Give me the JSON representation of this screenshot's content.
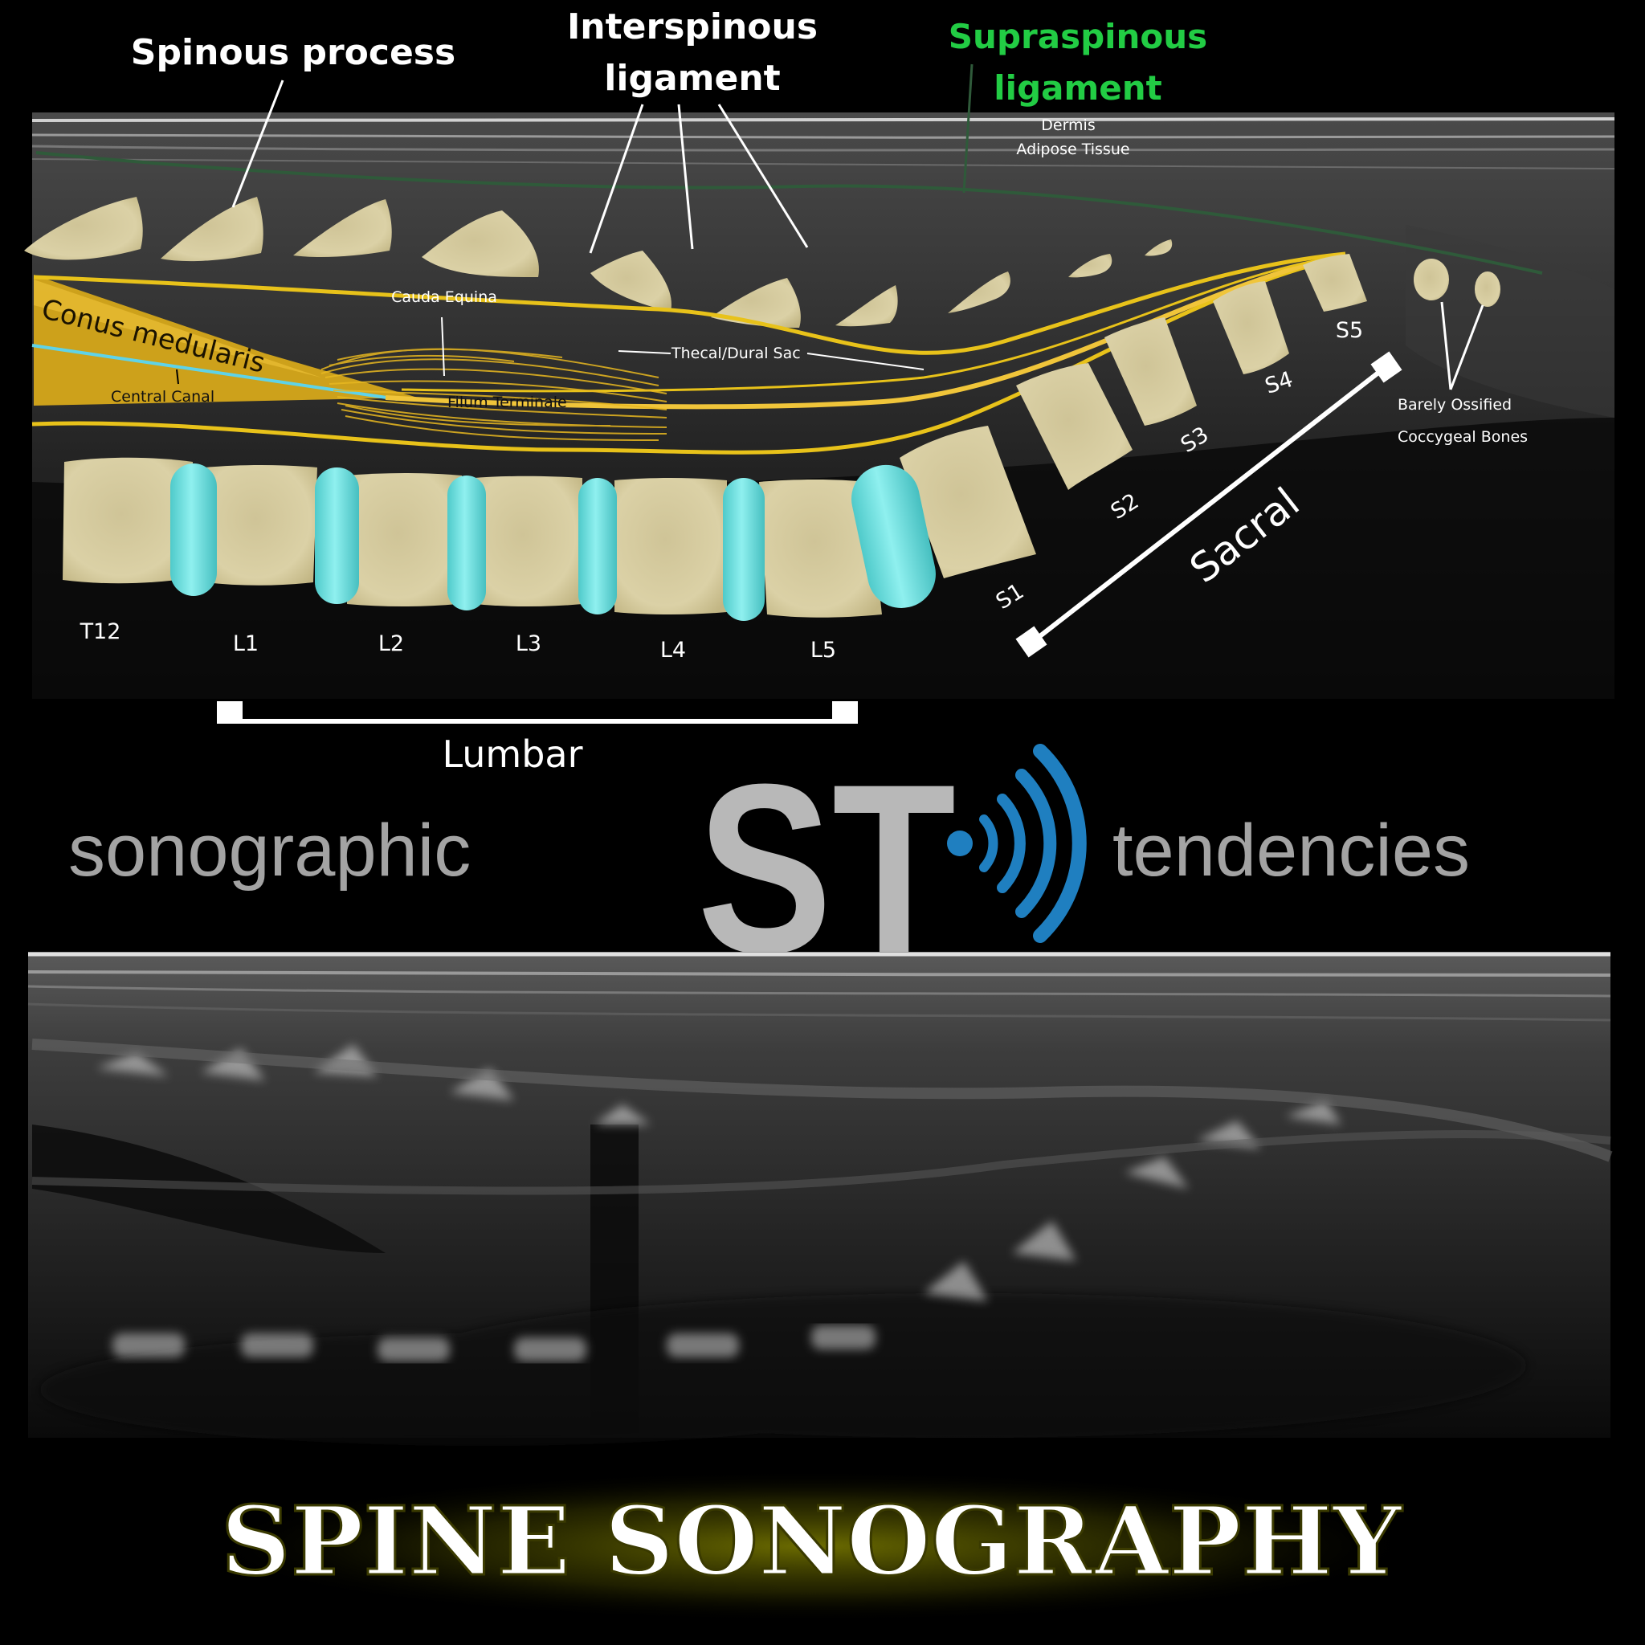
{
  "labels": {
    "spinous_process": "Spinous process",
    "interspinous_line1": "Interspinous",
    "interspinous_line2": "ligament",
    "supraspinous_line1": "Supraspinous",
    "supraspinous_line2": "ligament",
    "dermis": "Dermis",
    "adipose": "Adipose Tissue",
    "cauda_equina": "Cauda Equina",
    "conus_medularis": "Conus medularis",
    "central_canal": "Central Canal",
    "filum_terminale": "Filum Terminale",
    "thecal_dural_sac": "Thecal/Dural Sac",
    "barely_ossified_line1": "Barely Ossified",
    "barely_ossified_line2": "Coccygeal Bones",
    "lumbar": "Lumbar",
    "sacral": "Sacral"
  },
  "vertebrae": {
    "lumbar": [
      "T12",
      "L1",
      "L2",
      "L3",
      "L4",
      "L5"
    ],
    "sacral": [
      "S1",
      "S2",
      "S3",
      "S4",
      "S5"
    ]
  },
  "brand": {
    "left_word": "sonographic",
    "logo_text": "ST",
    "right_word": "tendencies",
    "logo_icon": "sound-wave-icon",
    "wave_color": "#1f7fc0",
    "logo_color": "#b8b8b8"
  },
  "title": "SPINE SONOGRAPHY",
  "colors": {
    "bone": "#d9cfa2",
    "disc": "#6fe3e3",
    "nerve": "#e8c21a",
    "central_canal": "#5fd3e8",
    "supraspinous": "#22cc44",
    "ligament_line": "#2f5a3a",
    "title_glow": "#c8c800"
  }
}
